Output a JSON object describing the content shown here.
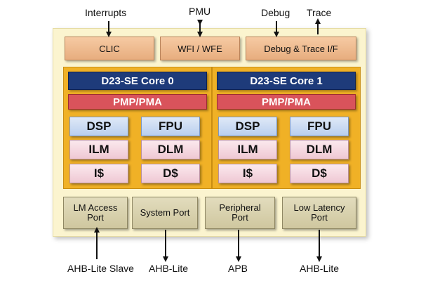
{
  "signals": {
    "interrupts": "Interrupts",
    "pmu": "PMU",
    "debug": "Debug",
    "trace": "Trace",
    "ahb_lite_slave": "AHB-Lite Slave",
    "ahb_lite_1": "AHB-Lite",
    "apb": "APB",
    "ahb_lite_2": "AHB-Lite"
  },
  "top_blocks": {
    "clic": "CLIC",
    "wfi_wfe": "WFI / WFE",
    "debug_trace": "Debug & Trace I/F"
  },
  "cores": [
    {
      "title": "D23-SE Core 0",
      "pmp": "PMP/PMA",
      "units": {
        "dsp": "DSP",
        "fpu": "FPU",
        "ilm": "ILM",
        "dlm": "DLM",
        "icache": "I$",
        "dcache": "D$"
      }
    },
    {
      "title": "D23-SE Core 1",
      "pmp": "PMP/PMA",
      "units": {
        "dsp": "DSP",
        "fpu": "FPU",
        "ilm": "ILM",
        "dlm": "DLM",
        "icache": "I$",
        "dcache": "D$"
      }
    }
  ],
  "ports": {
    "lm_access": "LM Access\nPort",
    "system": "System Port",
    "peripheral": "Peripheral\nPort",
    "low_latency": "Low Latency\nPort"
  },
  "colors": {
    "chip_bg": "#fbf4cf",
    "core_bg": "#f0b126",
    "core_title": "#1e3b7a",
    "pmp": "#d9535b",
    "unit_blue": "#c9dbf2",
    "unit_pink": "#f4d8e0",
    "port": "#d8d1ad",
    "top_block": "#eebb90"
  }
}
